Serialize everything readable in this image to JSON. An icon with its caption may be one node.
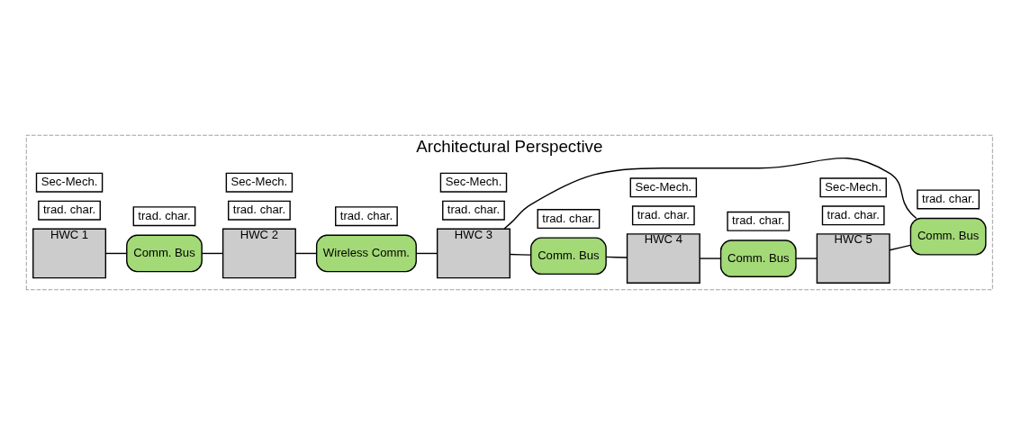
{
  "diagram": {
    "nodes": [
      {
        "text": [
          "Architectural Perspective"
        ]
      },
      {
        "text": [
          "HWC 1"
        ],
        "in": 0
      },
      {
        "text": [
          "Sec-Mech."
        ],
        "in": 0
      },
      {
        "text": [
          "trad. char."
        ],
        "in": 0
      },
      {
        "text": [
          "HWC 4"
        ],
        "in": 0
      },
      {
        "text": [
          "trad. char."
        ],
        "in": 0
      },
      {
        "text": [
          "Comm. Bus"
        ],
        "in": 0
      },
      {
        "text": [
          "Sec-Mech."
        ],
        "in": 0
      },
      {
        "text": [
          "trad. char."
        ],
        "in": 0
      },
      {
        "text": [
          "Comm. Bus"
        ],
        "in": 0
      },
      {
        "text": [
          "Comm. Bus"
        ],
        "in": 0
      },
      {
        "text": [
          "HWC 5"
        ],
        "in": 0
      },
      {
        "text": [
          "Sec-Mech."
        ],
        "in": 0
      },
      {
        "text": [
          "trad. char."
        ],
        "in": 0
      },
      {
        "text": [
          "trad. char."
        ],
        "in": 0
      },
      {
        "text": [
          "trad. char."
        ],
        "in": 0
      },
      {
        "text": [
          "HWC 2"
        ],
        "in": 0
      },
      {
        "text": [
          "HWC 3"
        ],
        "in": 0
      },
      {
        "text": [
          "Wireless Comm."
        ],
        "in": 0
      },
      {
        "text": [
          "Comm. Bus"
        ],
        "in": 0
      },
      {
        "text": [
          "Sec-Mech."
        ],
        "in": 0
      },
      {
        "text": [
          "trad. char."
        ],
        "in": 0
      },
      {
        "text": [
          "trad. char."
        ],
        "in": 0
      },
      {
        "text": [
          "Sec-Mech."
        ],
        "in": 0
      },
      {
        "text": [
          "trad. char."
        ],
        "in": 0
      },
      {
        "text": [
          "trad. char."
        ],
        "in": 0
      }
    ],
    "edges": [
      {
        "from": 1,
        "to": 9,
        "arrow": "none"
      },
      {
        "from": 9,
        "to": 16,
        "arrow": "none"
      },
      {
        "from": 16,
        "to": 18,
        "arrow": "none"
      },
      {
        "from": 18,
        "to": 17,
        "arrow": "none"
      },
      {
        "from": 17,
        "to": 10,
        "arrow": "none"
      },
      {
        "from": 10,
        "to": 4,
        "arrow": "none"
      },
      {
        "from": 4,
        "to": 6,
        "arrow": "none"
      },
      {
        "from": 6,
        "to": 11,
        "arrow": "none"
      },
      {
        "from": 11,
        "to": 19,
        "arrow": "none"
      },
      {
        "from": 19,
        "to": 17,
        "arrow": "none"
      }
    ]
  }
}
